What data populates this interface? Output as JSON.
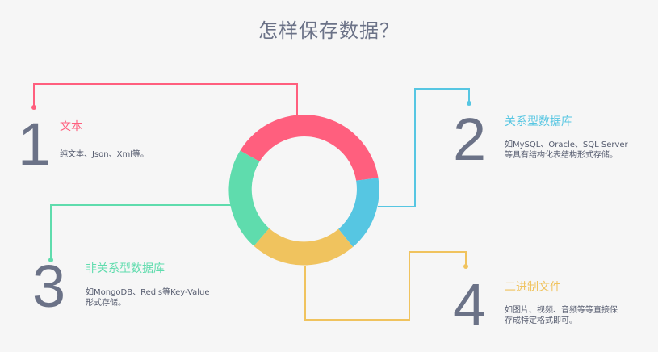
{
  "title": "怎样保存数据？",
  "colors": {
    "background": "#f6f6f6",
    "number_text": "#6b7287",
    "text": "#6b7287",
    "pink": "#ff5f7e",
    "blue": "#56c6e2",
    "green": "#5fdcad",
    "yellow": "#f0c35e"
  },
  "items": [
    {
      "number": "1",
      "heading": "文本",
      "description": "纯文本、Json、Xml等。",
      "color": "#ff5f7e"
    },
    {
      "number": "2",
      "heading": "关系型数据库",
      "description": "如MySQL、Oracle、SQL Server\n等具有结构化表结构形式存储。",
      "color": "#56c6e2"
    },
    {
      "number": "3",
      "heading": "非关系型数据库",
      "description": "如MongoDB、Redis等Key-Value\n形式存储。",
      "color": "#5fdcad"
    },
    {
      "number": "4",
      "heading": "二进制文件",
      "description": "如图片、视频、音频等等直接保\n存成特定格式即可。",
      "color": "#f0c35e"
    }
  ]
}
